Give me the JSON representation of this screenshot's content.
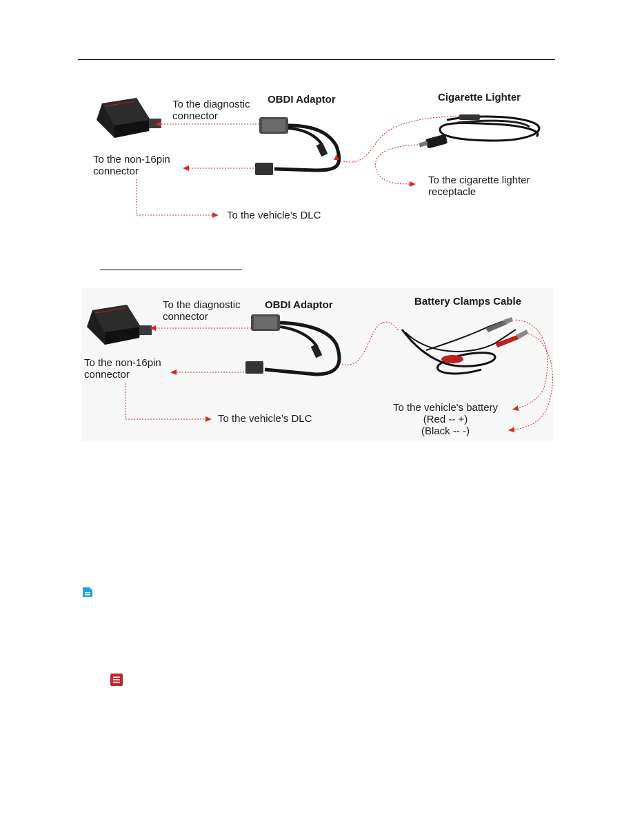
{
  "figure_cigarette": {
    "adaptor_title": "OBDI Adaptor",
    "source_title": "Cigarette Lighter",
    "to_diagnostic": "To the diagnostic\nconnector",
    "to_non16pin": "To the non-16pin\nconnector",
    "to_dlc": "To the vehicle’s DLC",
    "to_receptacle": "To the cigarette lighter\nreceptacle"
  },
  "figure_battery": {
    "adaptor_title": "OBDI Adaptor",
    "source_title": "Battery Clamps Cable",
    "to_diagnostic": "To the diagnostic\nconnector",
    "to_non16pin": "To the non-16pin\nconnector",
    "to_dlc": "To the vehicle’s DLC",
    "to_battery": "To the vehicle's battery\n(Red -- +)\n(Black -- -)"
  },
  "icons": {
    "note": "note-icon",
    "menu": "menu-icon",
    "note_color": "#1aa3e8",
    "menu_color": "#c0282d",
    "arrow_color": "#d42a2a"
  }
}
